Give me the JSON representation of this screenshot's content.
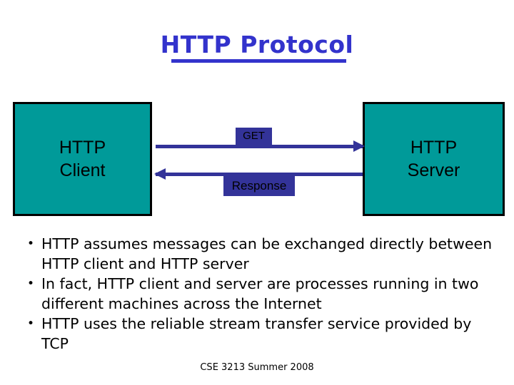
{
  "slide": {
    "title": "HTTP Protocol",
    "footer": "CSE 3213 Summer 2008"
  },
  "colors": {
    "title": "#3333cc",
    "node_fill": "#009a99",
    "node_border": "#000000",
    "arrow": "#333399",
    "label_background": "#333399",
    "label_text": "#000000",
    "background": "#ffffff"
  },
  "diagram": {
    "client": {
      "line1": "HTTP",
      "line2": "Client"
    },
    "server": {
      "line1": "HTTP",
      "line2": "Server"
    },
    "arrows": [
      {
        "label": "GET",
        "direction": "client-to-server"
      },
      {
        "label": "Response",
        "direction": "server-to-client"
      }
    ]
  },
  "bullets": [
    {
      "marker": "•",
      "text": "HTTP assumes messages can be exchanged directly between HTTP client and HTTP server"
    },
    {
      "marker": "•",
      "text": "In fact, HTTP client and server are processes running in two different machines across the Internet"
    },
    {
      "marker": "•",
      "text": "HTTP uses the reliable stream transfer service provided by TCP"
    }
  ]
}
